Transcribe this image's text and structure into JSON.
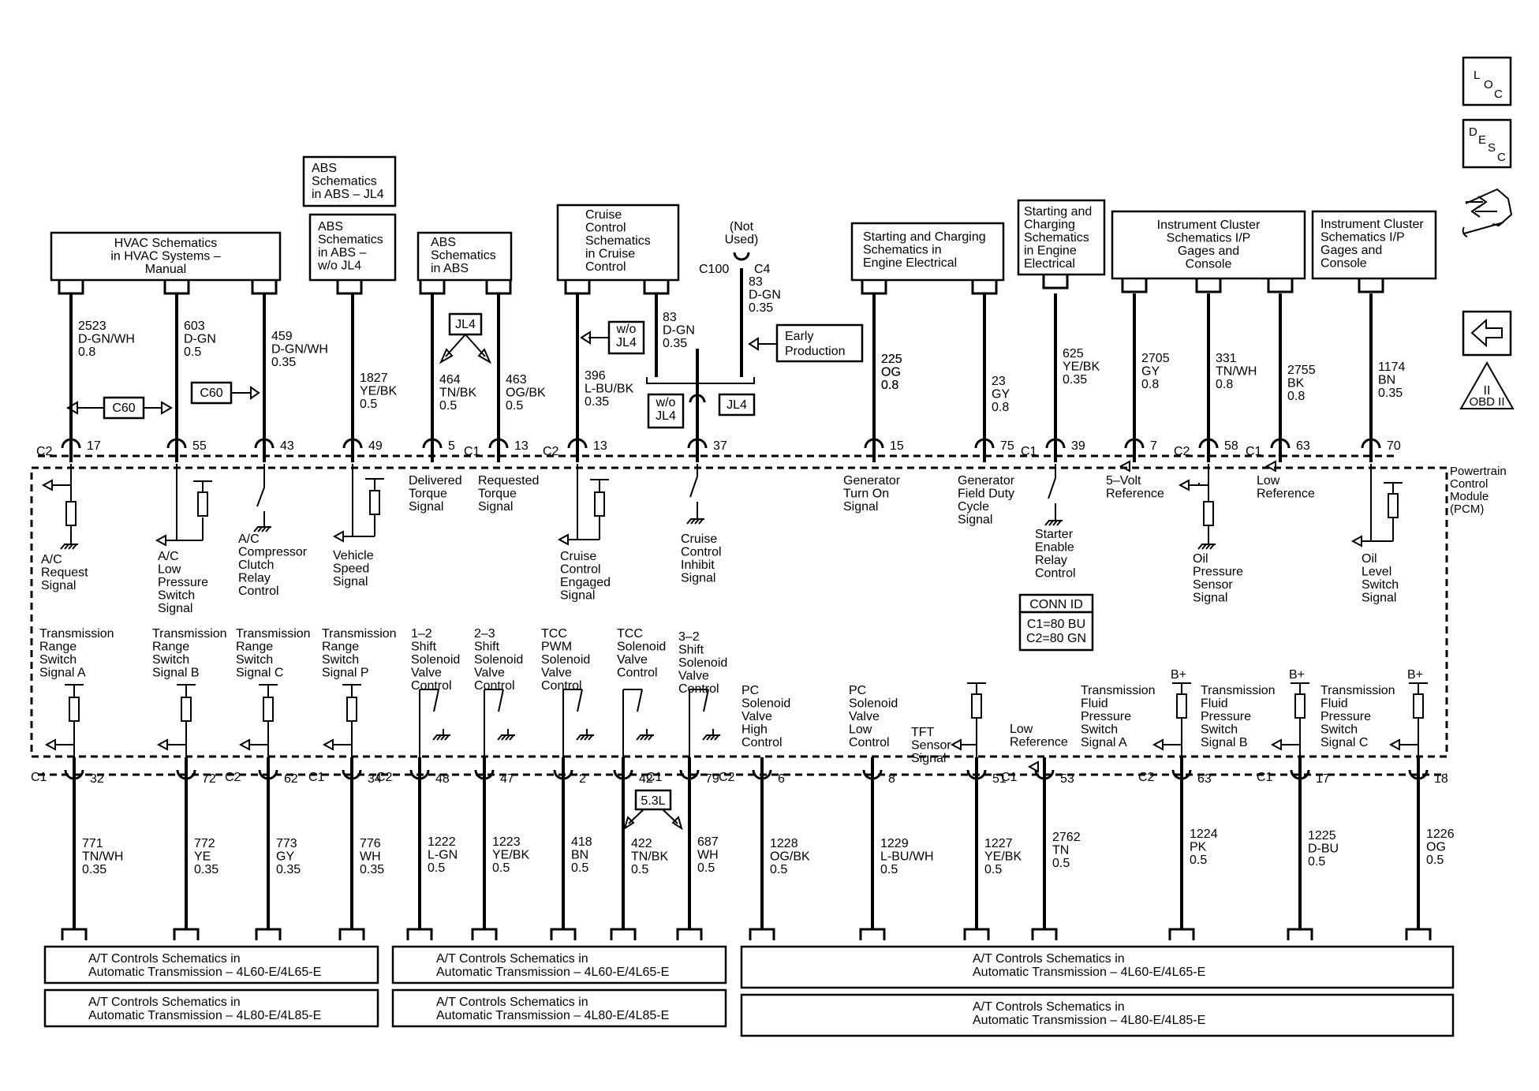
{
  "pcm": {
    "name": [
      "Powertrain",
      "Control",
      "Module",
      "(PCM)"
    ],
    "conn_id": {
      "title": "CONN ID",
      "lines": [
        "C1=80 BU",
        "C2=80 GN"
      ]
    }
  },
  "nav_icons": [
    "loc-icon",
    "desc-icon",
    "connector-tools-icon",
    "back-arrow-icon",
    "obd-ii-icon"
  ],
  "nav": {
    "loc": [
      "L",
      "O",
      "C"
    ],
    "desc": [
      "D",
      "E",
      "S",
      "C"
    ],
    "obd_numeral": "II",
    "obd_text": "OBD II"
  },
  "top_refs": [
    {
      "id": "hvac",
      "lines": [
        "HVAC Schematics",
        "in HVAC Systems –",
        "Manual"
      ]
    },
    {
      "id": "abs-jl4",
      "lines": [
        "ABS",
        "Schematics",
        "in ABS – JL4"
      ]
    },
    {
      "id": "abs-wo-jl4",
      "lines": [
        "ABS",
        "Schematics",
        "in ABS –",
        "w/o JL4"
      ]
    },
    {
      "id": "abs",
      "lines": [
        "ABS",
        "Schematics",
        "in ABS"
      ]
    },
    {
      "id": "cruise",
      "lines": [
        "Cruise",
        "Control",
        "Schematics",
        "in Cruise",
        "Control"
      ]
    },
    {
      "id": "starting-1",
      "lines": [
        "Starting and Charging",
        "Schematics in",
        "Engine Electrical"
      ]
    },
    {
      "id": "starting-2",
      "lines": [
        "Starting and",
        "Charging",
        "Schematics",
        "in Engine",
        "Electrical"
      ]
    },
    {
      "id": "ic-1",
      "lines": [
        "Instrument Cluster",
        "Schematics I/P",
        "Gages and",
        "Console"
      ]
    },
    {
      "id": "ic-2",
      "lines": [
        "Instrument Cluster",
        "Schematics I/P",
        "Gages and",
        "Console"
      ]
    }
  ],
  "top_circuits": [
    {
      "conn": "C2",
      "pin": "17",
      "wire": [
        "2523",
        "D-GN/WH",
        "0.8"
      ],
      "signal": [
        "A/C",
        "Request",
        "Signal"
      ]
    },
    {
      "conn": "",
      "pin": "55",
      "wire": [
        "603",
        "D-GN",
        "0.5"
      ],
      "signal": [
        "A/C",
        "Low",
        "Pressure",
        "Switch",
        "Signal"
      ]
    },
    {
      "conn": "",
      "pin": "43",
      "wire": [
        "459",
        "D-GN/WH",
        "0.35"
      ],
      "signal": [
        "A/C",
        "Compressor",
        "Clutch",
        "Relay",
        "Control"
      ]
    },
    {
      "conn": "",
      "pin": "49",
      "wire": [
        "1827",
        "YE/BK",
        "0.5"
      ],
      "signal": [
        "Vehicle",
        "Speed",
        "Signal"
      ]
    },
    {
      "conn": "",
      "pin": "5",
      "wire": [
        "464",
        "TN/BK",
        "0.5"
      ],
      "signal": [
        "Delivered",
        "Torque",
        "Signal"
      ]
    },
    {
      "conn": "C1",
      "pin": "13",
      "wire": [
        "463",
        "OG/BK",
        "0.5"
      ],
      "signal": [
        "Requested",
        "Torque",
        "Signal"
      ]
    },
    {
      "conn": "C2",
      "pin": "13",
      "wire": [
        "396",
        "L-BU/BK",
        "0.35"
      ],
      "signal": [
        "Cruise",
        "Control",
        "Engaged",
        "Signal"
      ]
    },
    {
      "conn": "",
      "pin": "37",
      "wire": [
        "83",
        "D-GN",
        "0.35"
      ],
      "signal": [
        "Cruise",
        "Control",
        "Inhibit",
        "Signal"
      ]
    },
    {
      "conn": "",
      "pin": "15",
      "wire": [
        "225",
        "OG",
        "0.8"
      ],
      "signal": [
        "Generator",
        "Turn On",
        "Signal"
      ]
    },
    {
      "conn": "",
      "pin": "75",
      "wire": [
        "23",
        "GY",
        "0.8"
      ],
      "signal": [
        "Generator",
        "Field Duty",
        "Cycle",
        "Signal"
      ]
    },
    {
      "conn": "C1",
      "pin": "39",
      "wire": [
        "625",
        "YE/BK",
        "0.35"
      ],
      "signal": [
        "Starter",
        "Enable",
        "Relay",
        "Control"
      ]
    },
    {
      "conn": "",
      "pin": "7",
      "wire": [
        "2705",
        "GY",
        "0.8"
      ],
      "signal": [
        "5–Volt",
        "Reference"
      ]
    },
    {
      "conn": "C2",
      "pin": "58",
      "wire": [
        "331",
        "TN/WH",
        "0.8"
      ],
      "signal": [
        "Oil",
        "Pressure",
        "Sensor",
        "Signal"
      ]
    },
    {
      "conn": "C1",
      "pin": "63",
      "wire": [
        "2755",
        "BK",
        "0.8"
      ],
      "signal": [
        "Low",
        "Reference"
      ]
    },
    {
      "conn": "",
      "pin": "70",
      "wire": [
        "1174",
        "BN",
        "0.35"
      ],
      "signal": [
        "Oil",
        "Level",
        "Switch",
        "Signal"
      ]
    }
  ],
  "top_tags": {
    "c60a": "C60",
    "c60b": "C60",
    "jl4": "JL4",
    "wo_jl4_a": [
      "w/o",
      "JL4"
    ],
    "wo_jl4_b": [
      "w/o",
      "JL4"
    ],
    "jl4_b": "JL4",
    "not_used": [
      "(Not",
      "Used)"
    ],
    "c100": "C100",
    "c4": "C4",
    "early": [
      "Early",
      "Production"
    ],
    "wire83_a": [
      "83",
      "D-GN",
      "0.35"
    ],
    "wire83_b": [
      "83",
      "D-GN",
      "0.35"
    ]
  },
  "bottom_circuits": [
    {
      "conn": "C1",
      "pin": "32",
      "wire": [
        "771",
        "TN/WH",
        "0.35"
      ],
      "signal": [
        "Transmission",
        "Range",
        "Switch",
        "Signal A"
      ]
    },
    {
      "conn": "",
      "pin": "72",
      "wire": [
        "772",
        "YE",
        "0.35"
      ],
      "signal": [
        "Transmission",
        "Range",
        "Switch",
        "Signal B"
      ]
    },
    {
      "conn": "C2",
      "pin": "62",
      "wire": [
        "773",
        "GY",
        "0.35"
      ],
      "signal": [
        "Transmission",
        "Range",
        "Switch",
        "Signal C"
      ]
    },
    {
      "conn": "C1",
      "pin": "34",
      "wire": [
        "776",
        "WH",
        "0.35"
      ],
      "signal": [
        "Transmission",
        "Range",
        "Switch",
        "Signal P"
      ]
    },
    {
      "conn": "C2",
      "pin": "48",
      "wire": [
        "1222",
        "L-GN",
        "0.5"
      ],
      "signal": [
        "1–2",
        "Shift",
        "Solenoid",
        "Valve",
        "Control"
      ]
    },
    {
      "conn": "",
      "pin": "47",
      "wire": [
        "1223",
        "YE/BK",
        "0.5"
      ],
      "signal": [
        "2–3",
        "Shift",
        "Solenoid",
        "Valve",
        "Control"
      ]
    },
    {
      "conn": "",
      "pin": "2",
      "wire": [
        "418",
        "BN",
        "0.5"
      ],
      "signal": [
        "TCC",
        "PWM",
        "Solenoid",
        "Valve",
        "Control"
      ]
    },
    {
      "conn": "",
      "pin": "42",
      "wire": [
        "422",
        "TN/BK",
        "0.5"
      ],
      "signal": [
        "TCC",
        "Solenoid",
        "Valve",
        "Control"
      ]
    },
    {
      "conn": "C1",
      "pin": "79",
      "wire": [
        "687",
        "WH",
        "0.5"
      ],
      "signal": [
        "3–2",
        "Shift",
        "Solenoid",
        "Valve",
        "Control"
      ]
    },
    {
      "conn": "C2",
      "pin": "6",
      "wire": [
        "1228",
        "OG/BK",
        "0.5"
      ],
      "signal": [
        "PC",
        "Solenoid",
        "Valve",
        "High",
        "Control"
      ]
    },
    {
      "conn": "",
      "pin": "8",
      "wire": [
        "1229",
        "L-BU/WH",
        "0.5"
      ],
      "signal": [
        "PC",
        "Solenoid",
        "Valve",
        "Low",
        "Control"
      ]
    },
    {
      "conn": "",
      "pin": "51",
      "wire": [
        "1227",
        "YE/BK",
        "0.5"
      ],
      "signal": [
        "TFT",
        "Sensor",
        "Signal"
      ]
    },
    {
      "conn": "C1",
      "pin": "53",
      "wire": [
        "2762",
        "TN",
        "0.5"
      ],
      "signal": [
        "Low",
        "Reference"
      ]
    },
    {
      "conn": "C2",
      "pin": "63",
      "wire": [
        "1224",
        "PK",
        "0.5"
      ],
      "signal": [
        "Transmission",
        "Fluid",
        "Pressure",
        "Switch",
        "Signal A"
      ]
    },
    {
      "conn": "C1",
      "pin": "17",
      "wire": [
        "1225",
        "D-BU",
        "0.5"
      ],
      "signal": [
        "Transmission",
        "Fluid",
        "Pressure",
        "Switch",
        "Signal B"
      ]
    },
    {
      "conn": "",
      "pin": "18",
      "wire": [
        "1226",
        "OG",
        "0.5"
      ],
      "signal": [
        "Transmission",
        "Fluid",
        "Pressure",
        "Switch",
        "Signal C"
      ]
    }
  ],
  "bottom_tags": {
    "bplus": "B+",
    "engine_53": "5.3L"
  },
  "bottom_refs": [
    {
      "id": "at-left-1",
      "lines": [
        "A/T Controls Schematics in",
        "Automatic Transmission – 4L60-E/4L65-E"
      ]
    },
    {
      "id": "at-left-2",
      "lines": [
        "A/T Controls Schematics in",
        "Automatic Transmission – 4L80-E/4L85-E"
      ]
    },
    {
      "id": "at-mid-1",
      "lines": [
        "A/T Controls Schematics in",
        "Automatic Transmission – 4L60-E/4L65-E"
      ]
    },
    {
      "id": "at-mid-2",
      "lines": [
        "A/T Controls Schematics in",
        "Automatic Transmission – 4L80-E/4L85-E"
      ]
    },
    {
      "id": "at-right-1",
      "lines": [
        "A/T Controls Schematics in",
        "Automatic Transmission – 4L60-E/4L65-E"
      ]
    },
    {
      "id": "at-right-2",
      "lines": [
        "A/T Controls Schematics in",
        "Automatic Transmission – 4L80-E/4L85-E"
      ]
    }
  ]
}
